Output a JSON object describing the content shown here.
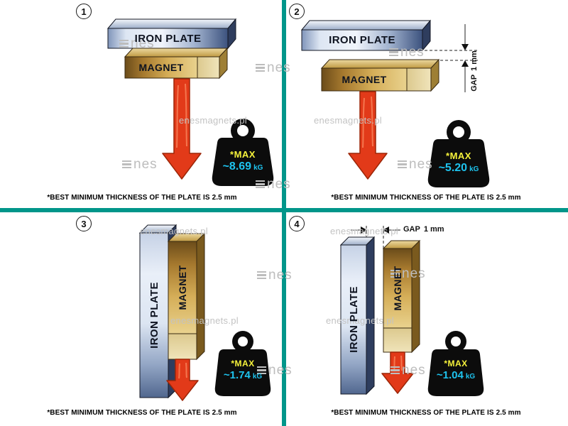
{
  "watermark": {
    "site": "enesmagnets.pl",
    "logo": "nes"
  },
  "panels": [
    {
      "number": "1",
      "plate": "IRON PLATE",
      "magnet": "MAGNET",
      "weight": {
        "max": "*MAX",
        "value": "~8.69",
        "unit": "kG"
      },
      "caption": {
        "text": "*BEST MINIMUM THICKNESS OF THE PLATE IS",
        "bold": "2.5 mm"
      }
    },
    {
      "number": "2",
      "plate": "IRON PLATE",
      "magnet": "MAGNET",
      "gap": {
        "label": "GAP",
        "value": "1 mm"
      },
      "weight": {
        "max": "*MAX",
        "value": "~5.20",
        "unit": "kG"
      },
      "caption": {
        "text": "*BEST MINIMUM THICKNESS OF THE PLATE IS",
        "bold": "2.5 mm"
      }
    },
    {
      "number": "3",
      "plate": "IRON PLATE",
      "magnet": "MAGNET",
      "weight": {
        "max": "*MAX",
        "value": "~1.74",
        "unit": "kG"
      },
      "caption": {
        "text": "*BEST MINIMUM THICKNESS OF THE PLATE IS",
        "bold": "2.5 mm"
      }
    },
    {
      "number": "4",
      "plate": "IRON PLATE",
      "magnet": "MAGNET",
      "gap": {
        "label": "GAP",
        "value": "1 mm"
      },
      "weight": {
        "max": "*MAX",
        "value": "~1.04",
        "unit": "kG"
      },
      "caption": {
        "text": "*BEST MINIMUM THICKNESS OF THE PLATE IS",
        "bold": "2.5 mm"
      }
    }
  ],
  "colors": {
    "divider": "#00968a",
    "arrow": "#e23a19",
    "max_text": "#f6f23b",
    "value_text": "#1ec3ee"
  }
}
